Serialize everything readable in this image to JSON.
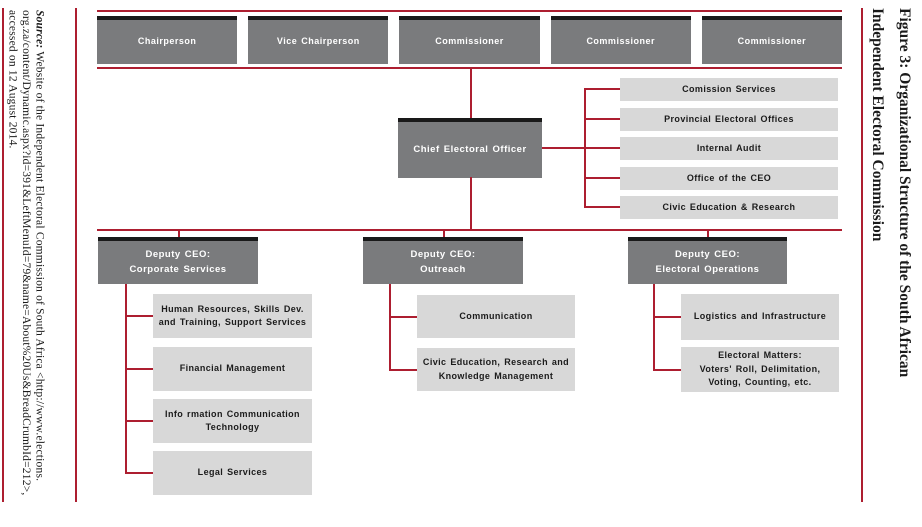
{
  "figure": {
    "title_line1": "Figure 3: Organizational Structure of the South African",
    "title_line2": "Independent Electoral Commission"
  },
  "source": {
    "label": "Source:",
    "line1_rest": " Website of the Independent Electoral Commission of South Africa <http://www.elections.",
    "line2": "org.za/content/Dynamic.aspx?id=391&LeftMenuId=79&name=About%20Us&BreadCrumbId=212>,",
    "line3": "accessed on 12 August 2014."
  },
  "org_chart": {
    "top_row": [
      "Chairperson",
      "Vice Chairperson",
      "Commissioner",
      "Commissioner",
      "Commissioner"
    ],
    "ceo": "Chief Electoral Officer",
    "ceo_units": [
      "Comission Services",
      "Provincial Electoral Offices",
      "Internal Audit",
      "Office of the CEO",
      "Civic Education & Research"
    ],
    "deputies": [
      {
        "title": "Deputy CEO:\nCorporate Services",
        "children": [
          "Human Resources, Skills Dev.\nand Training, Support Services",
          "Financial Management",
          "Info rmation Communication\nTechnology",
          "Legal Services"
        ]
      },
      {
        "title": "Deputy CEO:\nOutreach",
        "children": [
          "Communication",
          "Civic Education, Research and\nKnowledge Management"
        ]
      },
      {
        "title": "Deputy CEO:\nElectoral Operations",
        "children": [
          "Logistics and Infrastructure",
          "Electoral Matters:\nVoters' Roll, Delimitation,\nVoting, Counting, etc."
        ]
      }
    ]
  },
  "colors": {
    "accent_red": "#ad1e30",
    "dark_box": "#7a7b7d",
    "light_box": "#d8d8d8",
    "box_top_border": "#191919"
  }
}
